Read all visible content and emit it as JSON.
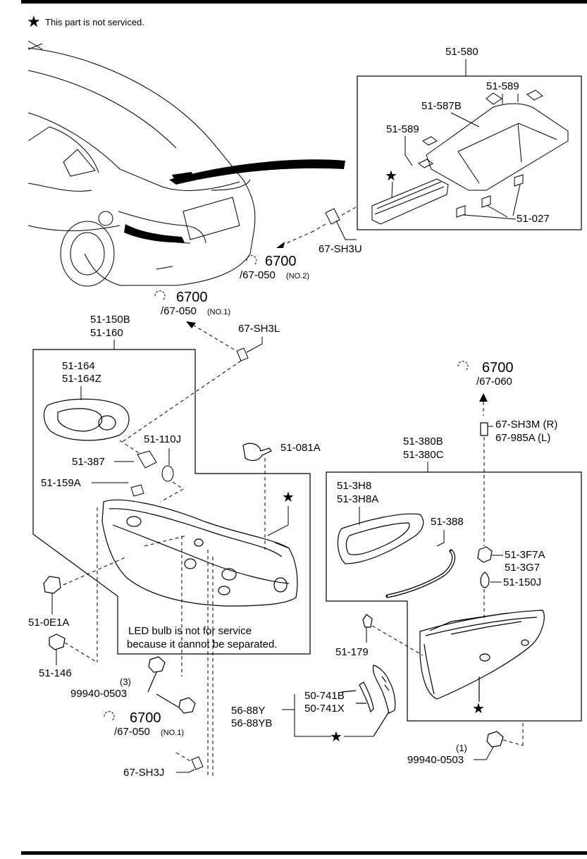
{
  "header": {
    "legend_text": "This part is not serviced."
  },
  "callouts": {
    "p51_580": "51-580",
    "p51_589_top": "51-589",
    "p51_587B": "51-587B",
    "p51_589_left": "51-589",
    "p51_027": "51-027",
    "p67_SH3U": "67-SH3U",
    "torque_a_num": "6700",
    "torque_a_ref": "/67-050",
    "torque_a_no": "(NO.2)",
    "torque_b_num": "6700",
    "torque_b_ref": "/67-050",
    "torque_b_no": "(NO.1)",
    "p67_SH3L": "67-SH3L",
    "p51_150B": "51-150B",
    "p51_160": "51-160",
    "p51_164": "51-164",
    "p51_164Z": "51-164Z",
    "p51_110J": "51-110J",
    "p51_387": "51-387",
    "p51_159A": "51-159A",
    "p51_081A": "51-081A",
    "p51_0E1A": "51-0E1A",
    "p51_146": "51-146",
    "qty_3": "(3)",
    "p99940_0503_a": "99940-0503",
    "torque_c_num": "6700",
    "torque_c_ref": "/67-050",
    "torque_c_no": "(NO.1)",
    "p67_SH3J": "67-SH3J",
    "torque_d_num": "6700",
    "torque_d_ref": "/67-060",
    "p67_SH3M": "67-SH3M (R)",
    "p67_985A": "67-985A  (L)",
    "p51_380B": "51-380B",
    "p51_380C": "51-380C",
    "p51_3H8": "51-3H8",
    "p51_3H8A": "51-3H8A",
    "p51_388": "51-388",
    "p51_3F7A": "51-3F7A",
    "p51_3G7": "51-3G7",
    "p51_150J": "51-150J",
    "p51_179": "51-179",
    "p50_741B": "50-741B",
    "p50_741X": "50-741X",
    "p56_88Y": "56-88Y",
    "p56_88YB": "56-88YB",
    "qty_1": "(1)",
    "p99940_0503_b": "99940-0503"
  },
  "notes": {
    "led_line1": "LED bulb is not for service",
    "led_line2": "because it cannot be separated."
  }
}
